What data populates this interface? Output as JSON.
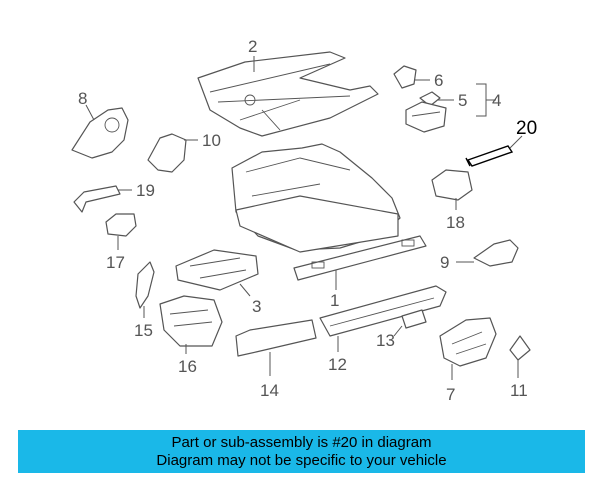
{
  "callouts": {
    "p1": "1",
    "p2": "2",
    "p3": "3",
    "p4": "4",
    "p5": "5",
    "p6": "6",
    "p7": "7",
    "p8": "8",
    "p9": "9",
    "p10": "10",
    "p11": "11",
    "p12": "12",
    "p13": "13",
    "p14": "14",
    "p15": "15",
    "p16": "16",
    "p17": "17",
    "p18": "18",
    "p19": "19",
    "p20": "20"
  },
  "banner": {
    "line1": "Part or sub-assembly is #20 in diagram",
    "line2": "Diagram may not be specific to your vehicle"
  },
  "colors": {
    "banner_bg": "#1ab8e8",
    "line_art": "#555555",
    "highlight": "#000000"
  }
}
